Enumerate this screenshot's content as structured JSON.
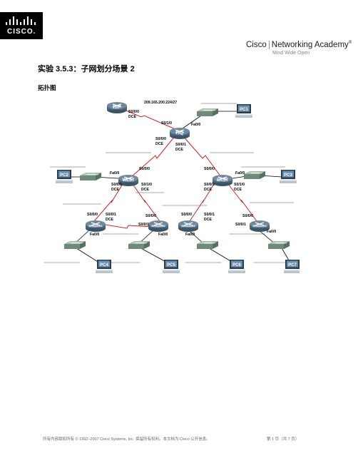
{
  "header": {
    "logo_text": "CISCO.",
    "academy_brand": "Cisco",
    "academy_name": "Networking Academy",
    "academy_reg": "®",
    "academy_tagline": "Mind Wide Open"
  },
  "title": "实验 3.5.3：子网划分场景 2",
  "subtitle": "拓扑图",
  "topology": {
    "devices": {
      "isp": "ISP",
      "hq": "HQ",
      "west": "WEST",
      "east": "EAST",
      "branch1": "BRANCH1",
      "branch2": "BRANCH2",
      "branch3": "BRANCH3",
      "branch4": "BRANCH4",
      "pc1": "PC1",
      "pc2": "PC2",
      "pc3": "PC3",
      "pc4": "PC4",
      "pc5": "PC5",
      "pc6": "PC6",
      "pc7": "PC7"
    },
    "labels": {
      "isp_net": "209.165.200.224/27",
      "isp_s000": "S0/0/0",
      "isp_dce": "DCE",
      "hq_s010": "S0/1/0",
      "hq_fa00": "Fa0/0",
      "hq_s000": "S0/0/0",
      "hq_s000_dce": "DCE",
      "hq_s001": "S0/0/1",
      "hq_s001_dce": "DCE",
      "west_s000": "S0/0/0",
      "west_fa00": "Fa0/0",
      "west_s001": "S0/0/1",
      "west_s001_dce": "DCE",
      "west_s010": "S0/1/0",
      "west_s010_dce": "DCE",
      "east_s000": "S0/0/0",
      "east_fa00": "Fa0/0",
      "east_s001": "S0/0/1",
      "east_s001_dce": "DCE",
      "east_s010": "S0/1/0",
      "east_s010_dce": "DCE",
      "b1_s000": "S0/0/0",
      "b1_s001": "S0/0/1",
      "b1_dce": "DCE",
      "b1_fa00": "Fa0/0",
      "b2_s000": "S0/0/0",
      "b2_s001": "S0/0/1",
      "b2_fa00": "Fa0/0",
      "b3_s000": "S0/0/0",
      "b3_s001": "S0/0/1",
      "b3_dce": "DCE",
      "b3_fa00": "Fa0/0",
      "b4_s000": "S0/0/0",
      "b4_s001": "S0/0/1",
      "b4_fa00": "Fa0/0"
    }
  },
  "footer": {
    "copyright": "所有内容版权所有 © 1992–2007 Cisco Systems, Inc. 保留所有权利。本文档为 Cisco 公开信息。",
    "page": "第 1 页（共 7 页）"
  },
  "colors": {
    "router": "#5a7388",
    "switch": "#6f8a78",
    "serial": "#d42020",
    "ethernet": "#000000"
  }
}
